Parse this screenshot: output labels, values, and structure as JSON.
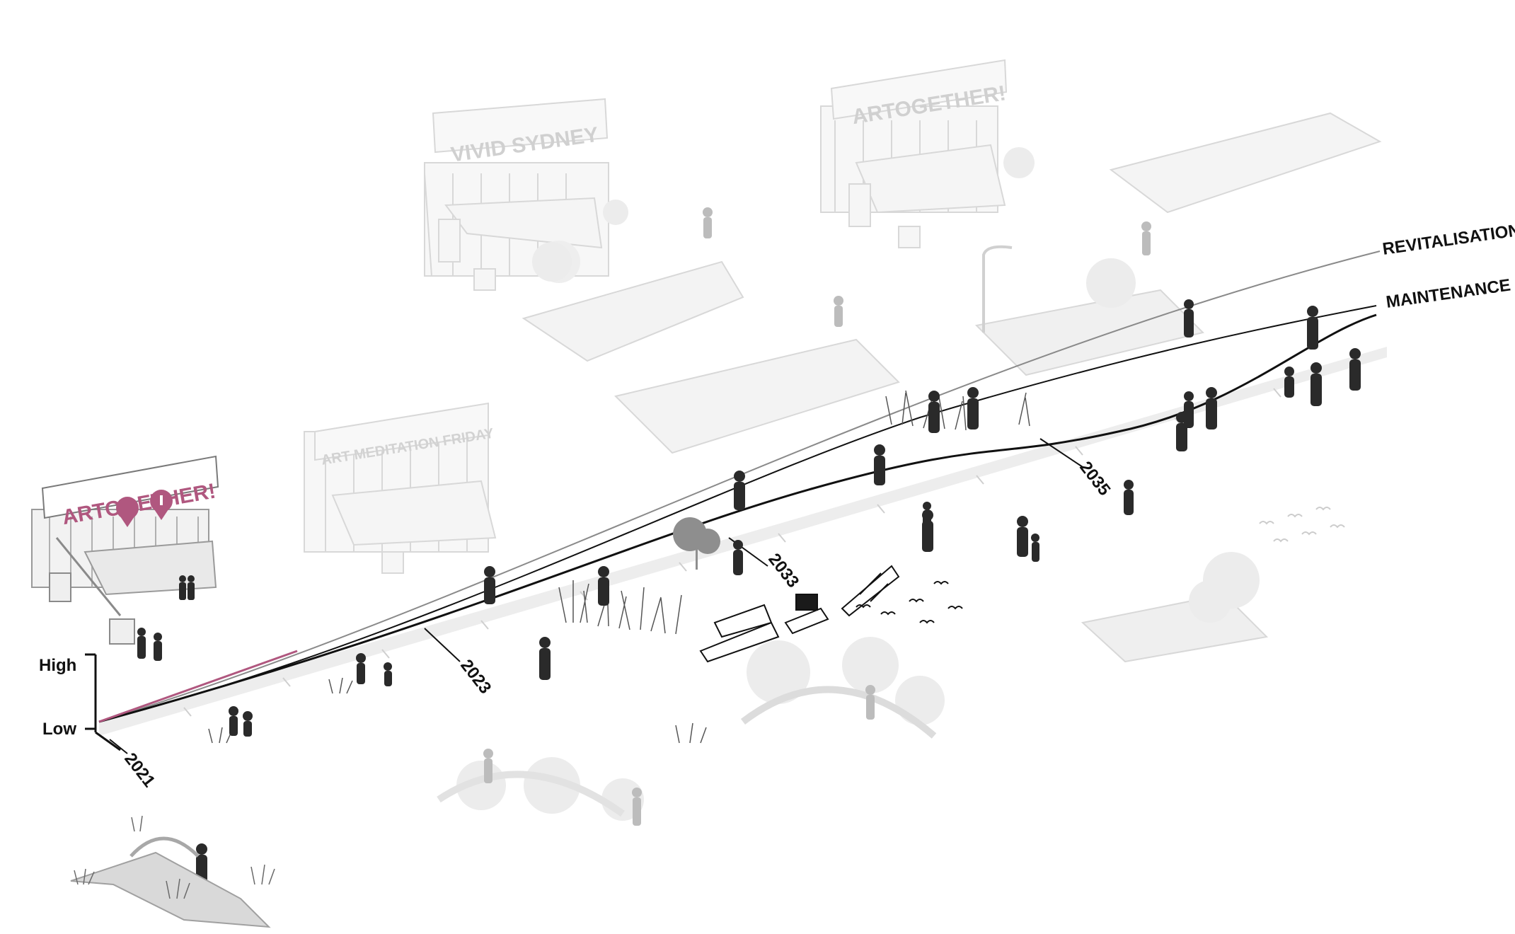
{
  "scale": {
    "high": "High",
    "low": "Low"
  },
  "lines": {
    "revitalisation": "REVITALISATION",
    "maintenance": "MAINTENANCE"
  },
  "years": [
    "2021",
    "2023",
    "2033",
    "2035"
  ],
  "signs": {
    "artogether_main": "ARTOGETHER!",
    "artogether_ghost": "ARTOGETHER!",
    "vivid": "VIVID SYDNEY",
    "art_meditation": "ART MEDITATION FRIDAY"
  },
  "colors": {
    "accent": "#b0577f",
    "line": "#111111",
    "ghost": "#cfcfcf",
    "figure": "#2a2a2a"
  }
}
